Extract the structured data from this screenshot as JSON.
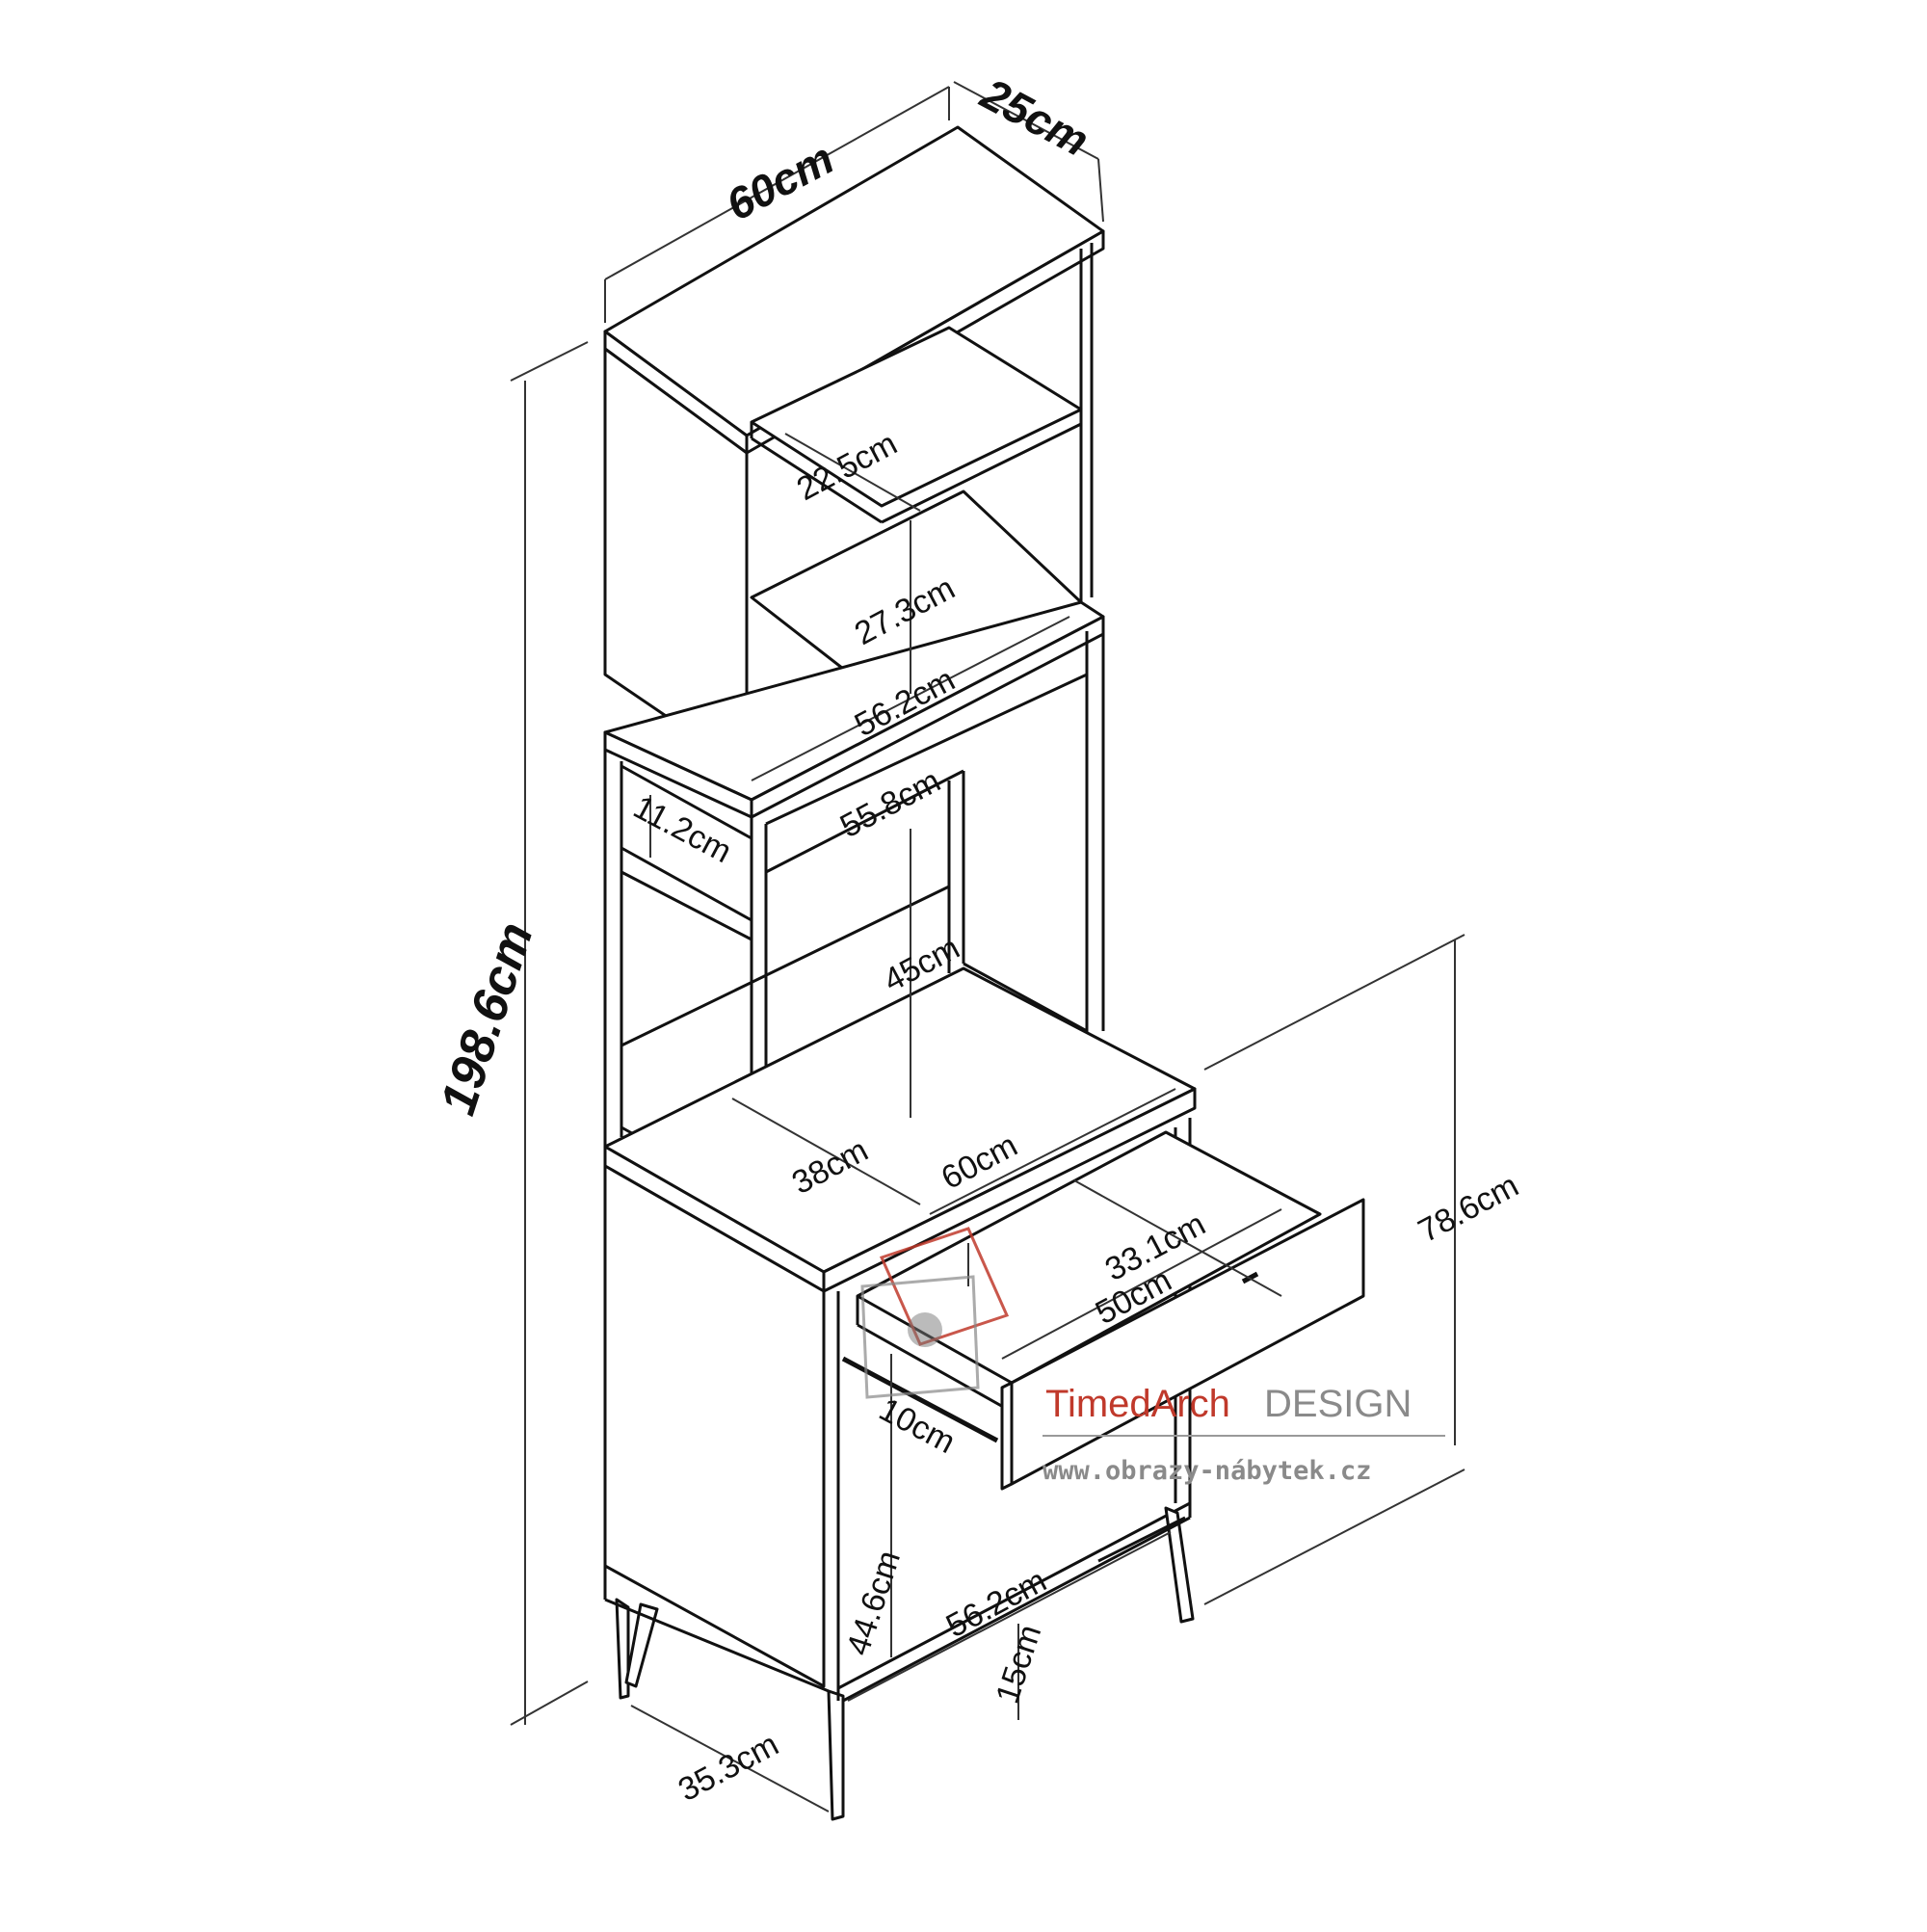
{
  "colors": {
    "line": "#111111",
    "dim_line": "#333333",
    "brand_red": "#c0392b",
    "brand_gray": "#8a8a8a"
  },
  "dimensions": {
    "width_top": "60cm",
    "depth_top": "25cm",
    "total_height": "198.6cm",
    "shelf_depth": "22.5cm",
    "shelf_gap": "27.3cm",
    "upper_inner_width": "56.2cm",
    "niche_width": "55.8cm",
    "niche_height": "11.2cm",
    "open_height": "45cm",
    "counter_depth": "38cm",
    "counter_width": "60cm",
    "drawer_inner": "33.1cm",
    "drawer_length": "50cm",
    "base_height": "78.6cm",
    "drawer_height": "10cm",
    "door_height": "44.6cm",
    "base_inner_width": "56.2cm",
    "leg_height": "15cm",
    "base_depth": "35.3cm"
  },
  "watermark": {
    "brand_name_1": "TimedArch",
    "brand_name_2": "DESIGN",
    "url": "www.obrazy-nábytek.cz"
  }
}
